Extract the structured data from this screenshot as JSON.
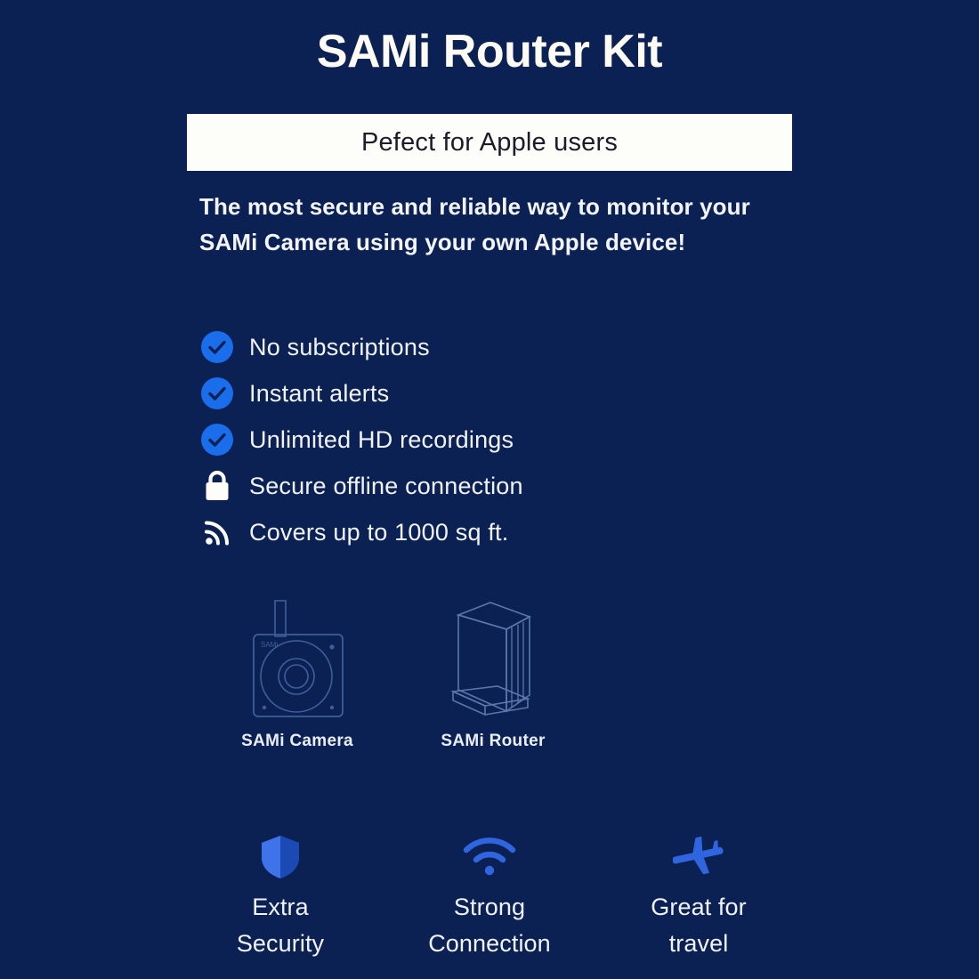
{
  "colors": {
    "background": "#0c2153",
    "accent_blue": "#1a6eeb",
    "banner_bg": "#fdfdfa",
    "text_light": "#f0f3f8",
    "line_art": "#3c5a92"
  },
  "header": {
    "title": "SAMi Router Kit"
  },
  "banner": {
    "text": "Pefect for Apple users"
  },
  "description": {
    "text": "The most secure and reliable way to monitor your SAMi Camera using your own Apple device!"
  },
  "features": [
    {
      "icon": "check-circle-icon",
      "label": "No subscriptions"
    },
    {
      "icon": "check-circle-icon",
      "label": "Instant alerts"
    },
    {
      "icon": "check-circle-icon",
      "label": "Unlimited HD recordings"
    },
    {
      "icon": "lock-icon",
      "label": "Secure offline connection"
    },
    {
      "icon": "signal-icon",
      "label": "Covers up to 1000 sq ft."
    }
  ],
  "products": [
    {
      "icon": "camera-illustration",
      "label": "SAMi Camera",
      "badge": "SAMi"
    },
    {
      "icon": "router-illustration",
      "label": "SAMi Router"
    }
  ],
  "benefits": [
    {
      "icon": "shield-icon",
      "line1": "Extra",
      "line2": "Security"
    },
    {
      "icon": "wifi-icon",
      "line1": "Strong",
      "line2": "Connection"
    },
    {
      "icon": "airplane-icon",
      "line1": "Great for",
      "line2": "travel"
    }
  ]
}
